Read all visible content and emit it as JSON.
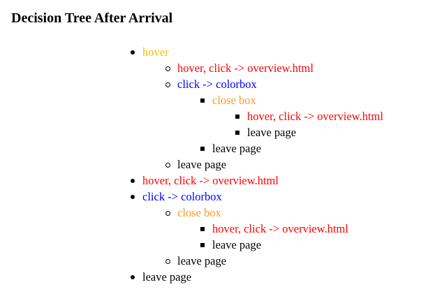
{
  "page": {
    "title": "Decision Tree After Arrival"
  },
  "colors": {
    "yellow": "#f4c200",
    "red": "#ff0000",
    "blue": "#0000ff",
    "orange": "#ff9a26",
    "black": "#000000"
  },
  "tree": [
    {
      "level": 1,
      "bullet": "disc",
      "color": "yellow",
      "label": "hover"
    },
    {
      "level": 2,
      "bullet": "circle",
      "color": "red",
      "label": "hover, click -> overview.html"
    },
    {
      "level": 2,
      "bullet": "circle",
      "color": "blue",
      "label": "click -> colorbox"
    },
    {
      "level": 3,
      "bullet": "square",
      "color": "orange",
      "label": "close box"
    },
    {
      "level": 4,
      "bullet": "square",
      "color": "red",
      "label": "hover, click -> overview.html"
    },
    {
      "level": 4,
      "bullet": "square",
      "color": "black",
      "label": "leave page"
    },
    {
      "level": 3,
      "bullet": "square",
      "color": "black",
      "label": "leave page"
    },
    {
      "level": 2,
      "bullet": "circle",
      "color": "black",
      "label": "leave page"
    },
    {
      "level": 1,
      "bullet": "disc",
      "color": "red",
      "label": "hover, click -> overview.html"
    },
    {
      "level": 1,
      "bullet": "disc",
      "color": "blue",
      "label": "click -> colorbox"
    },
    {
      "level": 2,
      "bullet": "circle",
      "color": "orange",
      "label": "close box"
    },
    {
      "level": 3,
      "bullet": "square",
      "color": "red",
      "label": "hover, click -> overview.html"
    },
    {
      "level": 3,
      "bullet": "square",
      "color": "black",
      "label": "leave page"
    },
    {
      "level": 2,
      "bullet": "circle",
      "color": "black",
      "label": "leave page"
    },
    {
      "level": 1,
      "bullet": "disc",
      "color": "black",
      "label": "leave page"
    }
  ]
}
